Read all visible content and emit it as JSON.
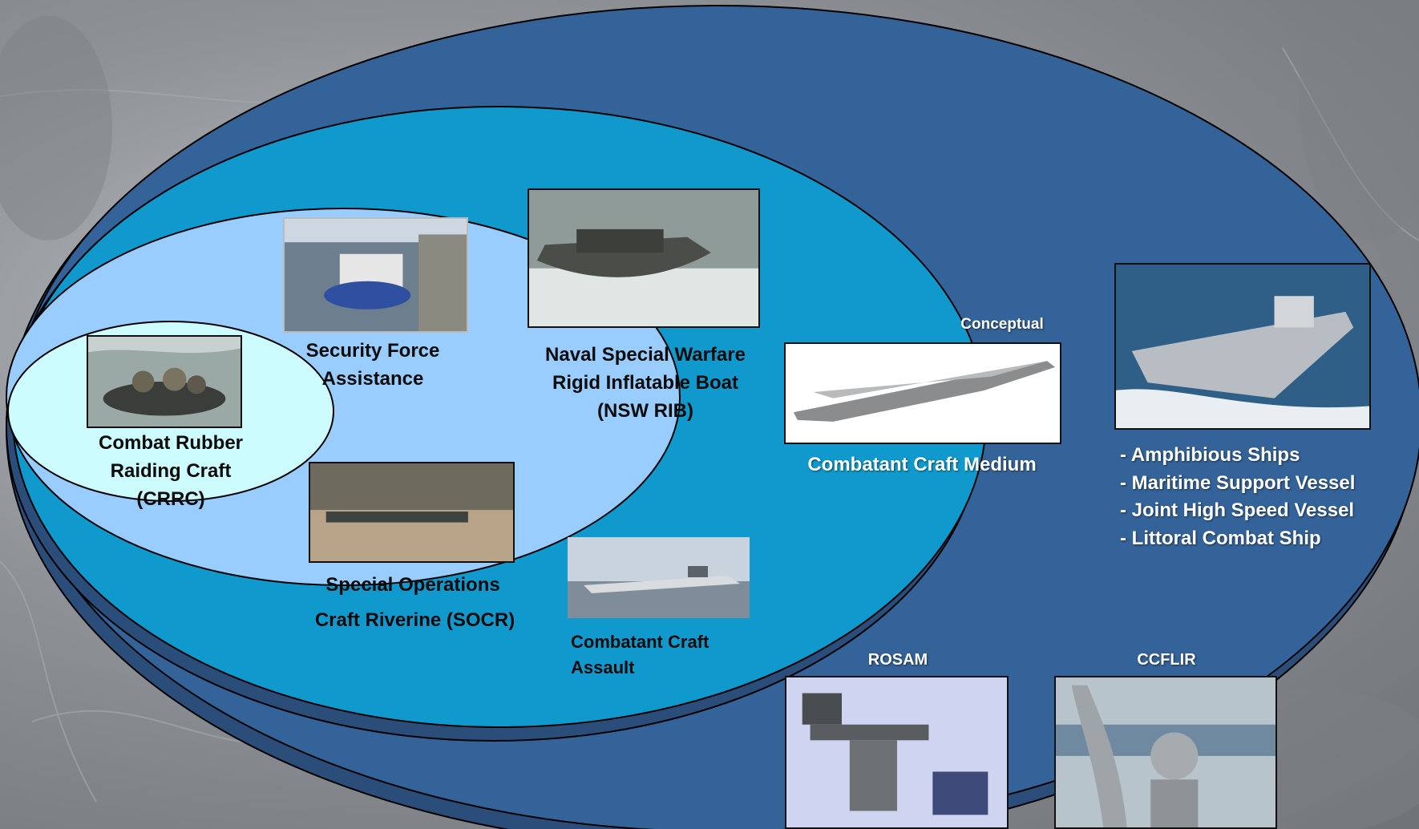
{
  "colors": {
    "outer_ellipse": "#346399",
    "middle_ellipse": "#0f99cc",
    "inner_ellipse": "#99ccff",
    "core_ellipse": "#ccfcfd",
    "background": "#8e9296"
  },
  "labels": {
    "crrc": "Combat Rubber\nRaiding Craft (CRRC)",
    "sfa": "Security Force\nAssistance",
    "nsw_rib": "Naval Special Warfare\nRigid Inflatable Boat\n(NSW RIB)",
    "socr_line1": "Special Operations",
    "socr_line2": "Craft Riverine (SOCR)",
    "cca": "Combatant Craft\nAssault",
    "conceptual": "Conceptual",
    "ccm": "Combatant Craft Medium",
    "rosam": "ROSAM",
    "ccflir": "CCFLIR"
  },
  "vessels": [
    "- Amphibious Ships",
    "- Maritime Support Vessel",
    "- Joint High Speed Vessel",
    "- Littoral Combat Ship"
  ]
}
